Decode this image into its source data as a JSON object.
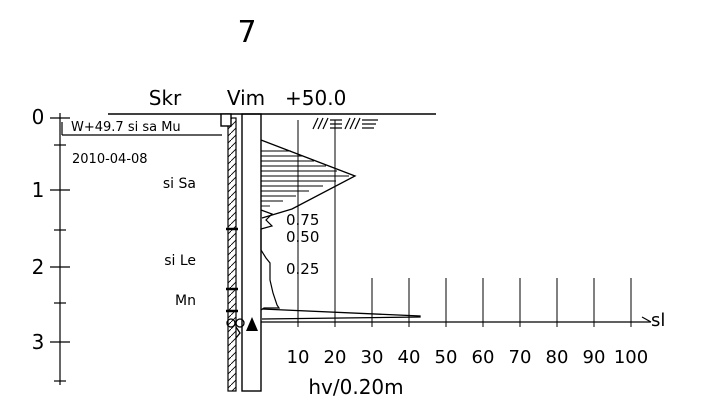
{
  "point_number": "7",
  "header": {
    "skr_label": "Skr",
    "vim_label": "Vim",
    "elevation": "+50.0"
  },
  "notes": {
    "water_level": "W+49.7 si sa Mu",
    "date": "2010-04-08"
  },
  "depth_axis": {
    "labels": [
      "0",
      "1",
      "2",
      "3"
    ]
  },
  "soil_layers": [
    "si Sa",
    "si Le",
    "Mn"
  ],
  "curve_labels": [
    "0.75",
    "0.50",
    "0.25"
  ],
  "hv_axis": {
    "ticks": [
      "10",
      "20",
      "30",
      "40",
      "50",
      "60",
      "70",
      "80",
      "90",
      "100"
    ],
    "xlabel": "hv/0.20m",
    "end_label": "sl"
  },
  "colors": {
    "line": "#000000",
    "background": "#ffffff"
  }
}
